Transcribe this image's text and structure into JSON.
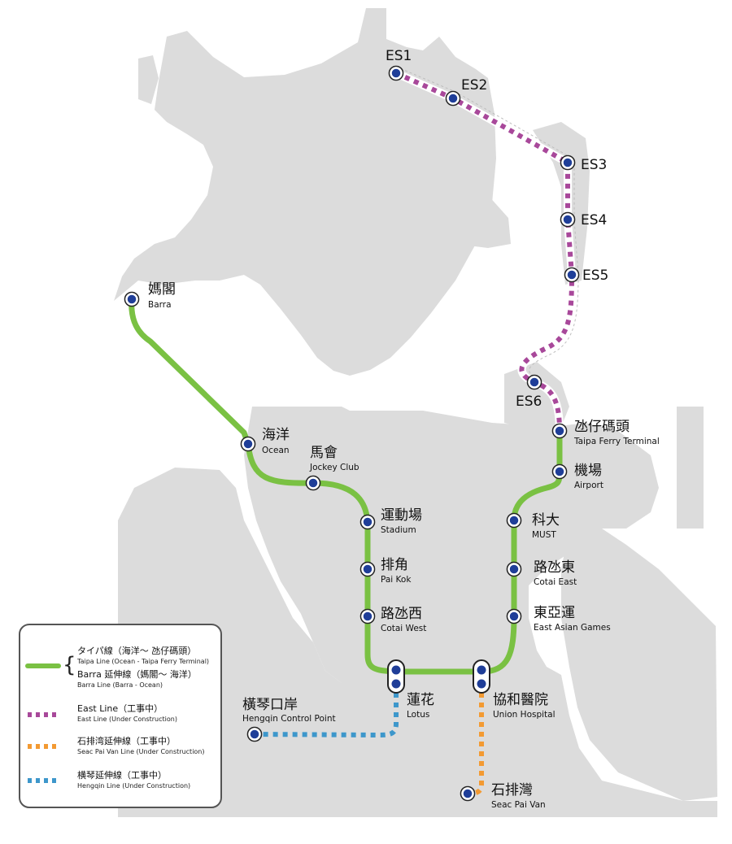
{
  "colors": {
    "land": "#dcdcdc",
    "taipa_line": "#7ac143",
    "east_line": "#a8489a",
    "seac_pai_van_line": "#f39a32",
    "hengqin_line": "#3d97cb",
    "station_fill": "#1f3e98",
    "legend_border": "#555555"
  },
  "stations": {
    "es1": {
      "zh": "ES1",
      "en": ""
    },
    "es2": {
      "zh": "ES2",
      "en": ""
    },
    "es3": {
      "zh": "ES3",
      "en": ""
    },
    "es4": {
      "zh": "ES4",
      "en": ""
    },
    "es5": {
      "zh": "ES5",
      "en": ""
    },
    "es6": {
      "zh": "ES6",
      "en": ""
    },
    "barra": {
      "zh": "媽閣",
      "en": "Barra"
    },
    "ocean": {
      "zh": "海洋",
      "en": "Ocean"
    },
    "jockey_club": {
      "zh": "馬會",
      "en": "Jockey Club"
    },
    "stadium": {
      "zh": "運動場",
      "en": "Stadium"
    },
    "pai_kok": {
      "zh": "排角",
      "en": "Pai Kok"
    },
    "cotai_west": {
      "zh": "路氹西",
      "en": "Cotai West"
    },
    "lotus": {
      "zh": "蓮花",
      "en": "Lotus"
    },
    "union_hospital": {
      "zh": "協和醫院",
      "en": "Union Hospital"
    },
    "east_asian_games": {
      "zh": "東亞運",
      "en": "East Asian Games"
    },
    "cotai_east": {
      "zh": "路氹東",
      "en": "Cotai East"
    },
    "must": {
      "zh": "科大",
      "en": "MUST"
    },
    "airport": {
      "zh": "機場",
      "en": "Airport"
    },
    "taipa_ferry_terminal": {
      "zh": "氹仔碼頭",
      "en": "Taipa Ferry Terminal"
    },
    "hengqin_control_point": {
      "zh": "橫琴口岸",
      "en": "Hengqin Control Point"
    },
    "seac_pai_van": {
      "zh": "石排灣",
      "en": "Seac Pai Van"
    }
  },
  "legend": {
    "taipa_line": {
      "main": "タイパ線（海洋～ 氹仔碼頭）",
      "sub": "Taipa Line (Ocean - Taipa Ferry Terminal)"
    },
    "barra_line": {
      "main": "Barra 延伸線（媽閣～ 海洋）",
      "sub": "Barra Line (Barra - Ocean)"
    },
    "east_line": {
      "main": "East Line（工事中）",
      "sub": "East Line (Under Construction)"
    },
    "seac_pai_van_line": {
      "main": "石排湾延伸線（工事中）",
      "sub": "Seac Pai Van Line (Under Construction)"
    },
    "hengqin_line": {
      "main": "横琴延伸線（工事中）",
      "sub": "Hengqin Line (Under Construction)"
    }
  }
}
